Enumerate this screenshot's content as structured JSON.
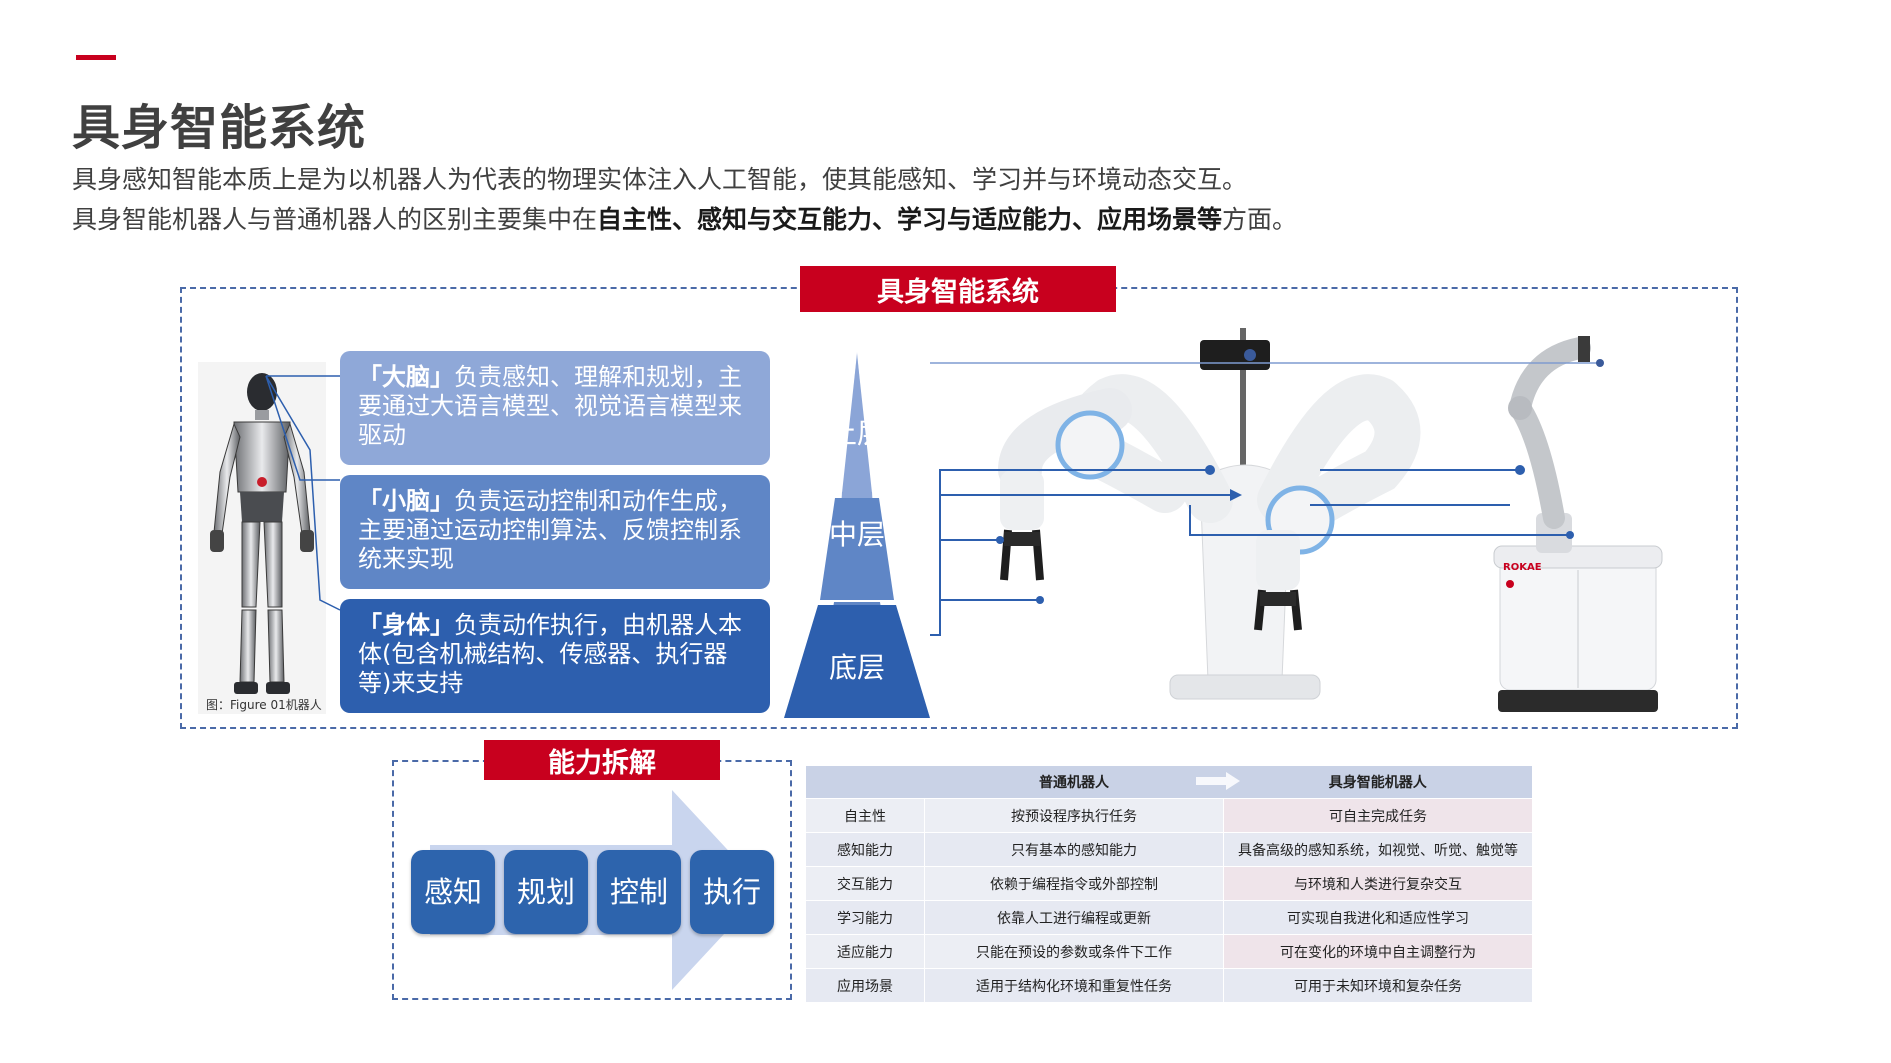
{
  "page": {
    "title": "具身智能系统",
    "intro_line1": "具身感知智能本质上是为以机器人为代表的物理实体注入人工智能，使其能感知、学习并与环境动态交互。",
    "intro_line2_prefix": "具身智能机器人与普通机器人的区别主要集中在",
    "intro_line2_bold": "自主性、感知与交互能力、学习与适应能力、应用场景等",
    "intro_line2_suffix": "方面。"
  },
  "system_panel": {
    "tag": "具身智能系统",
    "figure_caption": "图：Figure 01机器人",
    "roles": [
      {
        "highlight": "「大脑」",
        "text": "负责感知、理解和规划，主要通过大语言模型、视觉语言模型来驱动",
        "color": "#8fa8d8"
      },
      {
        "highlight": "「小脑」",
        "text": "负责运动控制和动作生成，主要通过运动控制算法、反馈控制系统来实现",
        "color": "#5f86c6"
      },
      {
        "highlight": "「身体」",
        "text": "负责动作执行，由机器人本体(包含机械结构、传感器、执行器等)来支持",
        "color": "#2d5fae"
      }
    ],
    "pyramid": {
      "top": "上层",
      "middle": "中层",
      "bottom": "底层"
    },
    "robot_brand": "ROKAE"
  },
  "capability_panel": {
    "tag": "能力拆解",
    "steps": [
      "感知",
      "规划",
      "控制",
      "执行"
    ]
  },
  "comparison_table": {
    "headers": [
      "",
      "普通机器人",
      "具身智能机器人"
    ],
    "rows": [
      [
        "自主性",
        "按预设程序执行任务",
        "可自主完成任务"
      ],
      [
        "感知能力",
        "只有基本的感知能力",
        "具备高级的感知系统，如视觉、听觉、触觉等"
      ],
      [
        "交互能力",
        "依赖于编程指令或外部控制",
        "与环境和人类进行复杂交互"
      ],
      [
        "学习能力",
        "依靠人工进行编程或更新",
        "可实现自我进化和适应性学习"
      ],
      [
        "适应能力",
        "只能在预设的参数或条件下工作",
        "可在变化的环境中自主调整行为"
      ],
      [
        "应用场景",
        "适用于结构化环境和重复性任务",
        "可用于未知环境和复杂任务"
      ]
    ]
  },
  "colors": {
    "accent_red": "#c8001e",
    "primary_blue": "#2d5fae",
    "frame_blue": "#4a6aa8"
  }
}
